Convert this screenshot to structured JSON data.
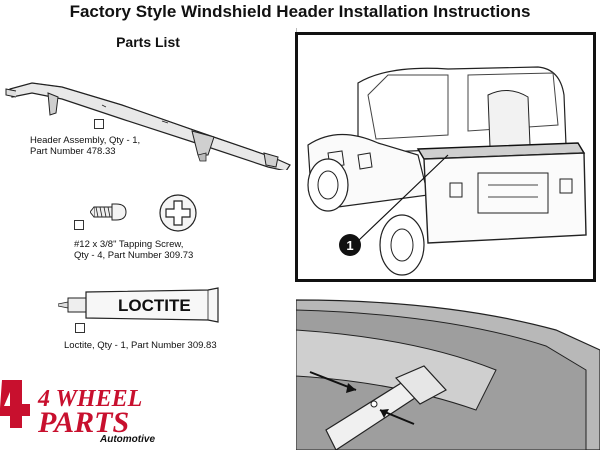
{
  "title": "Factory Style Windshield Header Installation Instructions",
  "parts_list": {
    "heading": "Parts List",
    "header_assembly": {
      "line1": "Header Assembly, Qty - 1,",
      "line2": "Part Number 478.33"
    },
    "screw": {
      "line1": "#12 x 3/8\" Tapping Screw,",
      "line2": "Qty - 4, Part Number 309.73"
    },
    "loctite": {
      "tube_label": "LOCTITE",
      "line1": "Loctite, Qty - 1, Part Number 309.83"
    }
  },
  "callout": {
    "number": "1"
  },
  "logo": {
    "line1": "4 WHEEL",
    "line2": "PARTS",
    "tagline": "Automotive"
  },
  "colors": {
    "brand_red": "#c8102e",
    "frame_border": "#111111"
  },
  "icons": [
    "header-bar-illustration",
    "screw-icon",
    "phillips-head-icon",
    "loctite-tube-icon",
    "jeep-illustration",
    "detail-illustration",
    "logo"
  ]
}
